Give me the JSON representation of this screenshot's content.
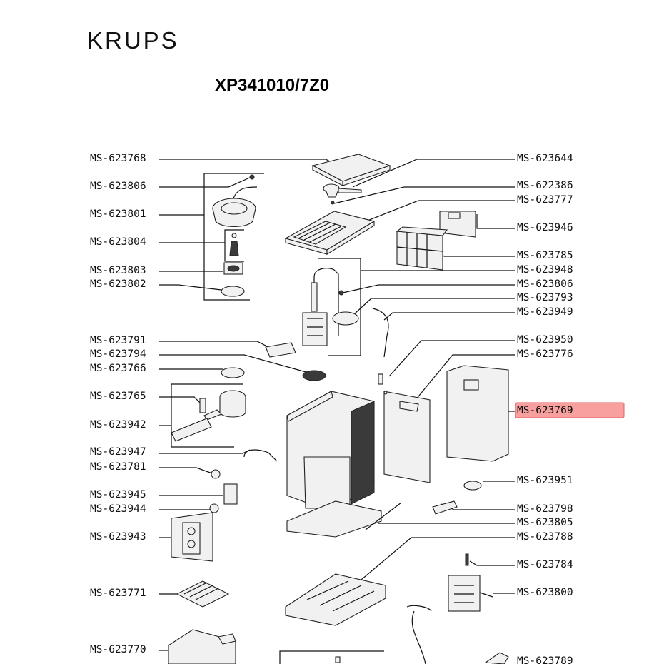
{
  "brand": "KRUPS",
  "model": "XP341010/7Z0",
  "highlighted_part": "MS-623769",
  "colors": {
    "highlight": "#f8a0a0",
    "highlight_border": "#e06060",
    "line": "#111111"
  },
  "left_labels": [
    "MS-623768",
    "MS-623806",
    "MS-623801",
    "MS-623804",
    "MS-623803",
    "MS-623802",
    "MS-623791",
    "MS-623794",
    "MS-623766",
    "MS-623765",
    "MS-623942",
    "MS-623947",
    "MS-623781",
    "MS-623945",
    "MS-623944",
    "MS-623943",
    "MS-623771",
    "MS-623770"
  ],
  "right_labels": [
    "MS-623644",
    "MS-622386",
    "MS-623777",
    "MS-623946",
    "MS-623785",
    "MS-623948",
    "MS-623806",
    "MS-623793",
    "MS-623949",
    "MS-623950",
    "MS-623776",
    "MS-623769",
    "MS-623951",
    "MS-623798",
    "MS-623805",
    "MS-623788",
    "MS-623784",
    "MS-623800",
    "MS-623789"
  ]
}
